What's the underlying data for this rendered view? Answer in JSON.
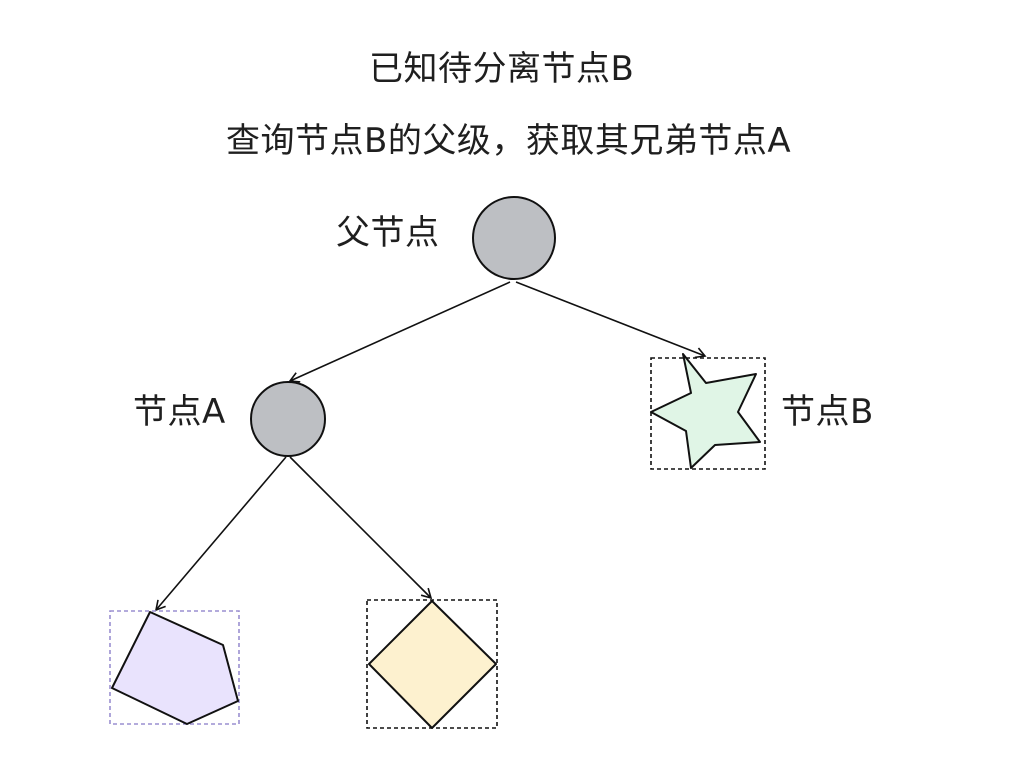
{
  "title": "已知待分离节点B",
  "subtitle": "查询节点B的父级，获取其兄弟节点A",
  "nodes": {
    "parent_label": "父节点",
    "node_a_label": "节点A",
    "node_b_label": "节点B"
  },
  "colors": {
    "gray_node": "#bdbfc3",
    "star_fill": "#e0f5e6",
    "pentagon_fill": "#e9e3fd",
    "diamond_fill": "#fdf1cf",
    "pentagon_box_stroke": "#9a8fd0",
    "stroke": "#111111"
  }
}
